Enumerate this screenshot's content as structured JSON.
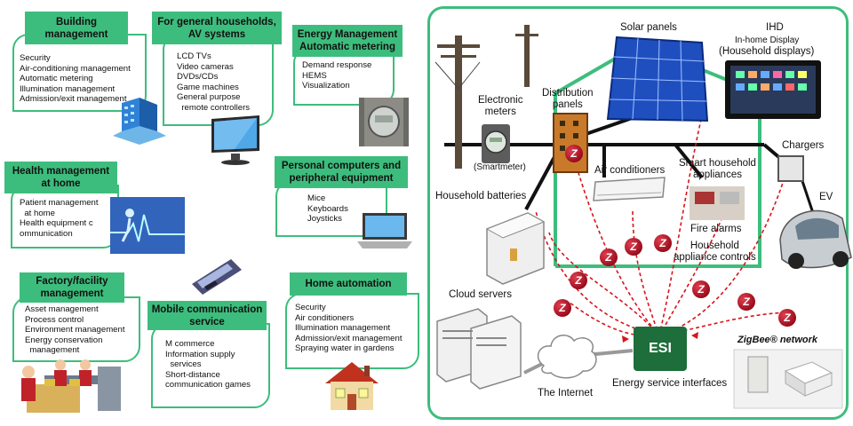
{
  "categories": {
    "building": {
      "title": "Building\nmanagement",
      "items": "Security\nAir-conditioning management\nAutomatic metering\nIllumination management\nAdmission/exit management"
    },
    "households": {
      "title": "For general households,\nAV systems",
      "items": "LCD TVs\nVideo cameras\nDVDs/CDs\nGame machines\nGeneral purpose\n  remote controllers"
    },
    "energy": {
      "title": "Energy Management\nAutomatic metering",
      "items": "Demand response\nHEMS\nVisualization"
    },
    "health": {
      "title": "Health management\nat home",
      "items": "Patient management\n  at home\nHealth equipment c\nommunication"
    },
    "pc": {
      "title": "Personal computers and\nperipheral equipment",
      "items": "Mice\nKeyboards\nJoysticks"
    },
    "factory": {
      "title": "Factory/facility\nmanagement",
      "items": "Asset management\nProcess control\nEnvironment management\nEnergy conservation\n  management"
    },
    "mobile": {
      "title": "Mobile communication\nservice",
      "items": "M commerce\nInformation supply\n  services\nShort-distance\ncommunication games"
    },
    "home": {
      "title": "Home automation",
      "items": "Security\nAir conditioners\nIllumination management\nAdmission/exit management\nSpraying water in gardens"
    }
  },
  "network": {
    "solar_panels": "Solar panels",
    "ihd_title": "IHD",
    "ihd_sub": "In-home Display",
    "ihd_sub2": "(Household displays)",
    "electronic_meters": "Electronic\nmeters",
    "smart_meter": "(Smartmeter)",
    "distribution_panels": "Distribution\npanels",
    "chargers": "Chargers",
    "air_conditioners": "Air conditioners",
    "smart_appliances": "Smart household\nappliances",
    "household_batteries": "Household batteries",
    "fire_alarms": "Fire alarms",
    "appliance_controls": "Household\nappliance controls",
    "ev": "EV",
    "cloud_servers": "Cloud servers",
    "internet": "The Internet",
    "esi_label": "ESI",
    "esi_caption": "Energy service interfaces",
    "zigbee_network": "ZigBee® network",
    "zigbee_badge": "Z"
  }
}
